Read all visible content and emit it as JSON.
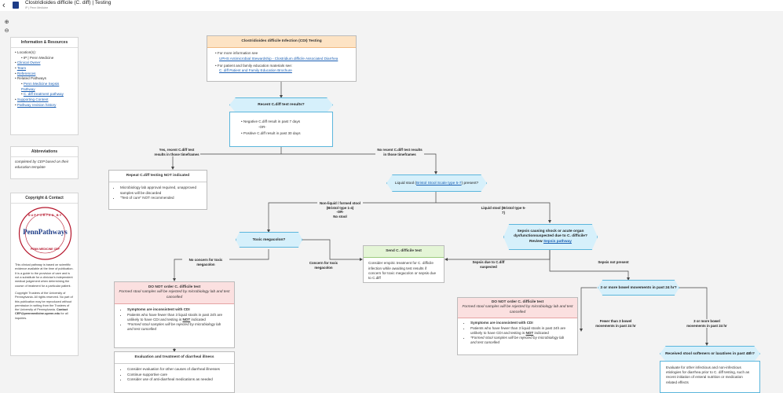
{
  "header": {
    "back": "‹",
    "title": "Clostridioides difficile (C. diff) | Testing",
    "subtitle": "IP | Penn Medicine"
  },
  "zoom": {
    "in": "⊕",
    "out": "⊖"
  },
  "info_panel": {
    "title": "Information & Resources",
    "location_label": "Location(s):",
    "location": "IP | Penn Medicine",
    "links": [
      "Clinical Owner",
      "Team",
      "References"
    ],
    "related_label": "Related Pathways",
    "related": [
      "Penn Medicine Sepsis Pathway",
      "C. diff treatment pathway"
    ],
    "links2": [
      "Supporting Content",
      "Pathway revision history"
    ]
  },
  "abbrev_panel": {
    "title": "Abbreviations",
    "text": "completed by CEP based on their education template"
  },
  "copyright_panel": {
    "title": "Copyright & Contact",
    "seal_top": "SUPPORTED BY",
    "seal_brand": "PennPathways",
    "seal_bottom": "PENN MEDICINE CEP",
    "text1": "This clinical pathway is based on scientific evidence available at the time of publication. It is a guide to the provision of care and is not a substitute for a clinician's independent medical judgement when determining the course of treatment for a particular patient.",
    "text2": "Copyright Trustees of the University of Pennsylvania. All rights reserved. No part of this publication may be reproduced without permission in writing from the Trustees of the University of Pennsylvania.",
    "contact_label": "Contact",
    "contact": "CEP@pennmedicine.upenn.edu",
    "contact_tail": "for all inquiries."
  },
  "flow": {
    "start": {
      "title": "Clostridioides difficile Infection (CDI) Testing",
      "more_info": "For more information see",
      "link1": "UPHS Antimicrobial Stewardship - Clostridium difficile Associated Diarrhea",
      "family": "For patient and family education materials see:",
      "link2": "C. diff Patient and Family Education Brochure"
    },
    "d1": "Recent C.diff test results?",
    "d1_opts": [
      "Negative C.diff result in past 7 days",
      "-OR-",
      "Positive C.diff result in past 30 days"
    ],
    "yes_recent": "Yes, recent C.diff test results in those timeframes",
    "no_recent": "No recent C.diff test results in those timeframes",
    "repeat": {
      "title": "Repeat C.diff testing NOT indicated",
      "items": [
        "Microbiology lab approval required, unapproved samples will be discarded",
        "\"Test of cure\" NOT recommended"
      ]
    },
    "d2_pre": "Liquid stool (",
    "d2_link": "Bristol Stool Scale type 5-7",
    "d2_post": ") present?",
    "nonliquid": "Non-liquid / formed stool (Bristol type 1-4)",
    "nonliquid_or": "-OR-",
    "nonliquid_no": "No stool",
    "liquid": "Liquid stool (Bristol type 5-7)",
    "d3": "Toxic megacolon?",
    "d4": "Sepsis causing shock or acute organ dysfunctionsuspected due to C. difficile?",
    "d4_review": "Review",
    "d4_link": "Sepsis pathway",
    "no_toxic": "No concern for toxic megacolon",
    "concern_toxic": "Concern for toxic megacolon",
    "send": {
      "title": "Send C. difficile test",
      "text": "Consider empiric treatment for C. difficile infection while awaiting test results if concern for toxic megacolon or sepsis due to C.diff"
    },
    "sepsis_due": "Sepsis due to C.diff suspected",
    "sepsis_not": "Sepsis not present",
    "dnot1": {
      "title": "DO NOT order C. difficile test",
      "sub": "Formed stool samples will be rejected by microbiology lab and test cancelled",
      "h": "Symptoms are inconsistent with CDI",
      "i1": "Patients who have fewer than 3 liquid stools in past 24h are unlikely to have CDI and testing is",
      "i1b": "NOT",
      "i1c": "indicated",
      "i2": "*Formed stool samples will be rejected by microbiology lab and test cancelled"
    },
    "eval": {
      "title": "Evaluation and treatment of diarrheal illness",
      "items": [
        "Consider evaluation for other causes of diarrheal illnesses",
        "Continue supportive care",
        "Consider use of anti-diarrheal medications as needed"
      ]
    },
    "d5": "3 or more bowel movements in past 24 hr?",
    "fewer3": "Fewer than 3 bowel movements in past 24 hr",
    "more3": "3 or more bowel movements in past 24 hr",
    "dnot2": {
      "title": "DO NOT order C. difficile test",
      "sub": "Formed stool samples will be rejected by microbiology lab and test cancelled",
      "h": "Symptoms are inconsistent with CDI",
      "i1": "Patients who have fewer than 3 liquid stools in past 24h are unlikely to have CDI and testing is",
      "i1b": "NOT",
      "i1c": "indicated",
      "i2": "*Formed stool samples will be rejected by microbiology lab and test cancelled"
    },
    "d6": "Received stool softeners or laxatives in past 48h?",
    "d6_text": "Evaluate for other infectious and non-infectious etiologies for diarrhea prior to C. diff testing, such as recent initiation of enteral nutrition or medication related effects"
  },
  "colors": {
    "start": "#fde3c4",
    "decision": "#d6f0fb",
    "action": "#e4f5d6",
    "warn": "#fbe0e0",
    "link": "#1a5fb4"
  }
}
